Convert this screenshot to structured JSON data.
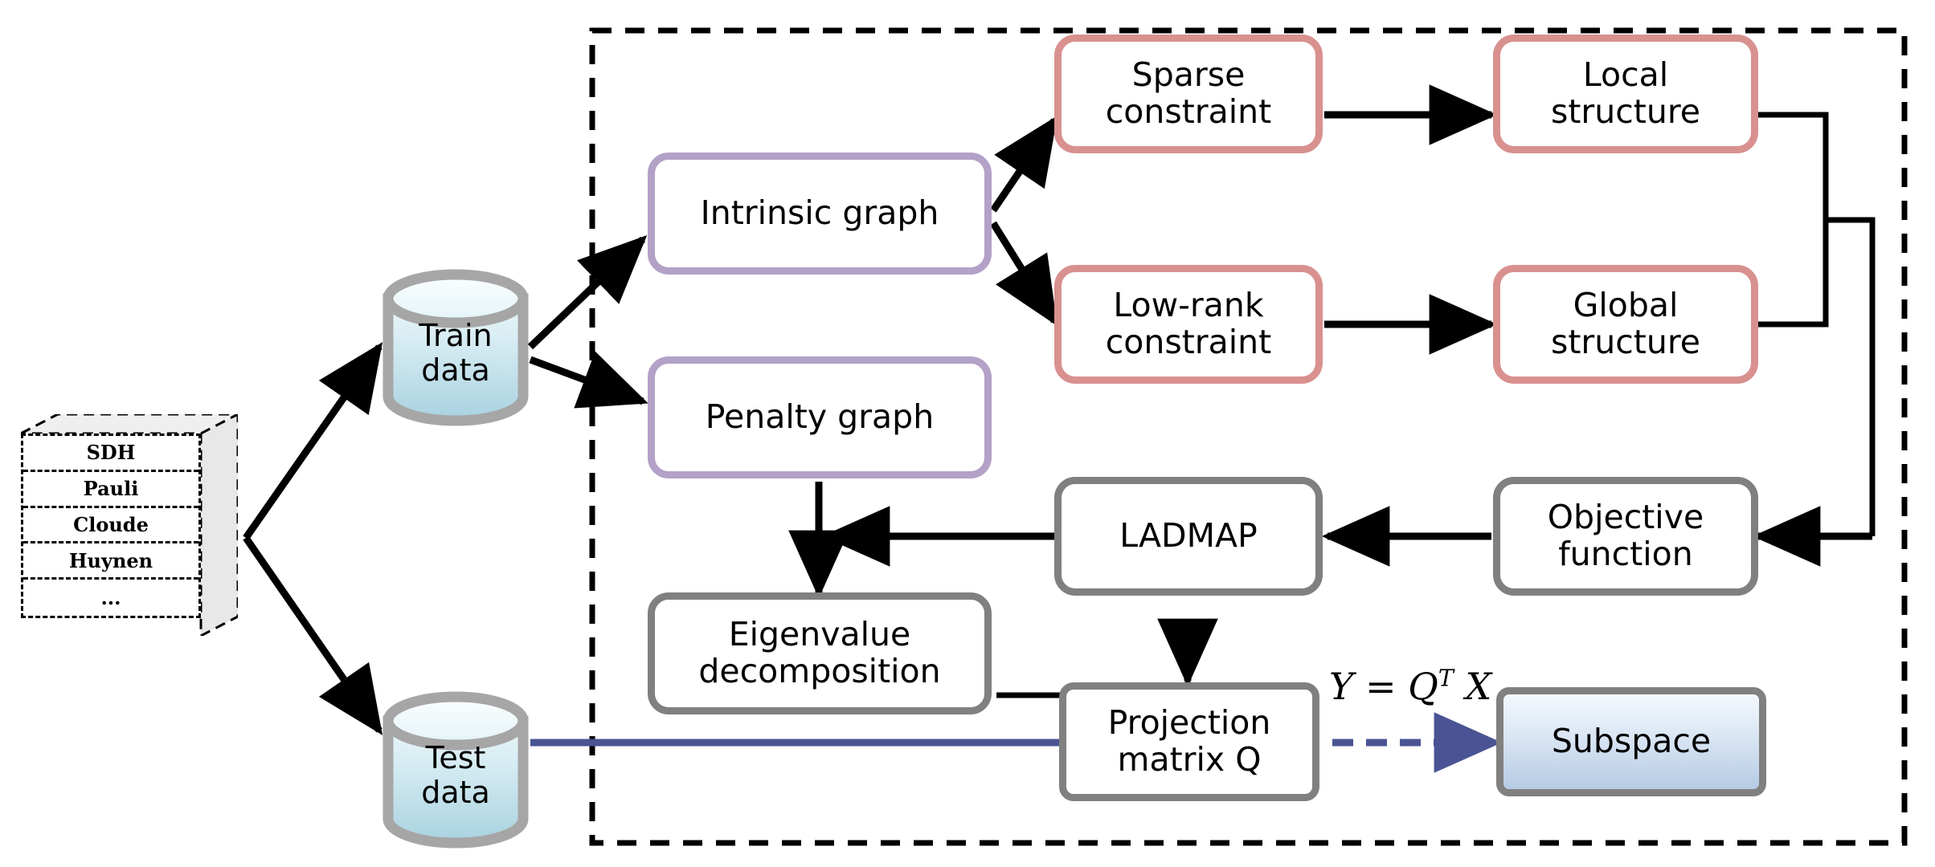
{
  "diagram": {
    "title": "Subspace learning framework flowchart",
    "colors": {
      "purple_border": "#b3a1c7",
      "pink_border": "#d8918f",
      "gray_border": "#808080",
      "blue_flow": "#4a5494",
      "cylinder_fill_top": "#eef8fb",
      "cylinder_fill_bottom": "#a9d2e0",
      "subspace_fill_top": "#f4f8fd",
      "subspace_fill_bottom": "#b5cbe4",
      "dashed_container": "#000000"
    }
  },
  "data_cube": {
    "name": "feature-data-cube",
    "rows": [
      "SDH",
      "Pauli",
      "Cloude",
      "Huynen",
      "..."
    ]
  },
  "datastores": [
    {
      "id": "train",
      "label_line1": "Train",
      "label_line2": "data"
    },
    {
      "id": "test",
      "label_line1": "Test",
      "label_line2": "data"
    }
  ],
  "nodes": {
    "intrinsic_graph": "Intrinsic graph",
    "penalty_graph": "Penalty  graph",
    "sparse_constraint_l1": "Sparse",
    "sparse_constraint_l2": "constraint",
    "low_rank_constraint_l1": "Low-rank",
    "low_rank_constraint_l2": "constraint",
    "local_structure_l1": "Local",
    "local_structure_l2": "structure",
    "global_structure_l1": "Global",
    "global_structure_l2": "structure",
    "objective_function_l1": "Objective",
    "objective_function_l2": "function",
    "ladmap": "LADMAP",
    "eigenvalue_decomposition_l1": "Eigenvalue",
    "eigenvalue_decomposition_l2": "decomposition",
    "projection_matrix_l1": "Projection",
    "projection_matrix_l2": "matrix Q",
    "subspace": "Subspace"
  },
  "formula": {
    "base": "Y = Q",
    "superscript": "T",
    "tail": " X"
  }
}
